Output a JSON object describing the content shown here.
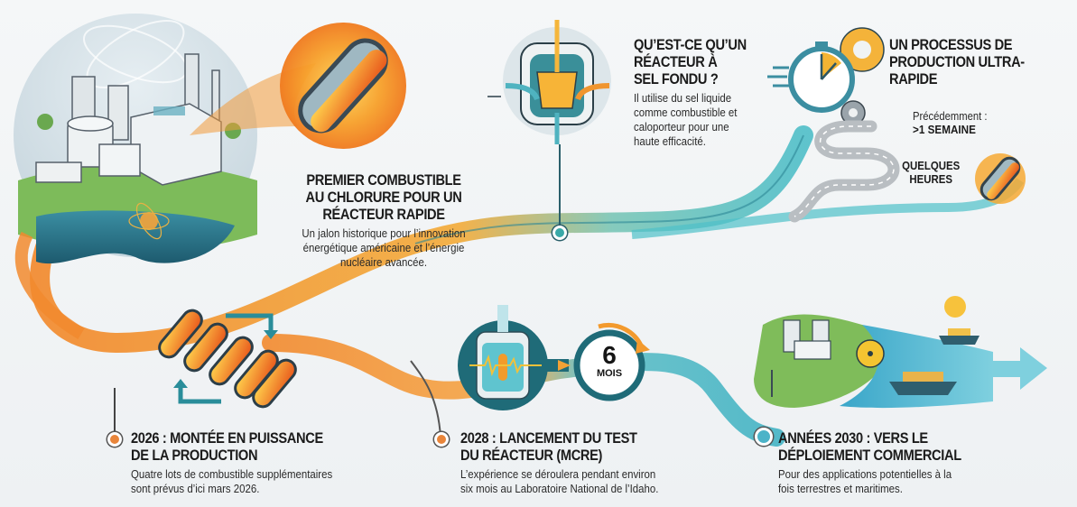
{
  "infographic": {
    "colors": {
      "orange": "#f28a2e",
      "amber": "#f7b53b",
      "teal": "#2a7f8c",
      "cyan": "#4fc0c9",
      "road_gray": "#b9bec2",
      "text": "#1b1b1b",
      "background": "#f1f4f6"
    },
    "sections": {
      "premier": {
        "title_lines": [
          "PREMIER COMBUSTIBLE",
          "AU CHLORURE POUR UN",
          "RÉACTEUR RAPIDE"
        ],
        "description_lines": [
          "Un jalon historique pour l’innovation",
          "énergétique américaine et l’énergie",
          "nucléaire avancée."
        ],
        "icon": "glowing-fuel-capsule-icon"
      },
      "reacteur": {
        "title_lines": [
          "QU’EST-CE QU’UN",
          "RÉACTEUR À",
          "SEL FONDU ?"
        ],
        "description_lines": [
          "Il utilise du sel liquide",
          "comme combustible et",
          "caloporteur pour une",
          "haute efficacité."
        ],
        "icon": "molten-salt-reactor-icon"
      },
      "processus": {
        "title_lines": [
          "UN PROCESSUS DE",
          "PRODUCTION ULTRA-",
          "RAPIDE"
        ],
        "previous_label": "Précédemment :",
        "previous_value": ">1 SEMAINE",
        "now_lines": [
          "QUELQUES",
          "HEURES"
        ],
        "icon": "stopwatch-gears-icon"
      },
      "production_2026": {
        "title_lines": [
          "2026 : MONTÉE EN PUISSANCE",
          "DE LA PRODUCTION"
        ],
        "description_lines": [
          "Quatre lots de combustible supplémentaires",
          "sont prévus d’ici mars 2026."
        ],
        "icon": "fuel-capsules-batch-icon"
      },
      "test_2028": {
        "title_lines": [
          "2028 : LANCEMENT DU TEST",
          "DU RÉACTEUR (MCRE)"
        ],
        "description_lines": [
          "L’expérience se déroulera pendant environ",
          "six mois au Laboratoire National de l’Idaho."
        ],
        "timer_value": "6",
        "timer_unit": "MOIS",
        "icon": "reactor-vessel-timer-icon"
      },
      "commercial_2030": {
        "title_lines": [
          "ANNÉES 2030 : VERS LE",
          "DÉPLOIEMENT COMMERCIAL"
        ],
        "description_lines": [
          "Pour des applications potentielles à la",
          "fois terrestres et maritimes."
        ],
        "icon": "land-sea-deployment-icon"
      }
    }
  }
}
